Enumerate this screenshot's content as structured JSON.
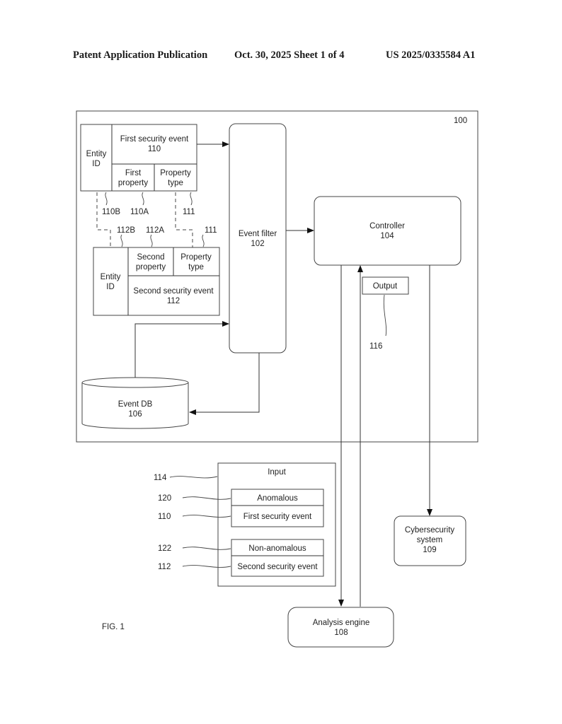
{
  "header": {
    "left": "Patent Application Publication",
    "middle": "Oct. 30, 2025  Sheet 1 of 4",
    "right": "US 2025/0335584 A1"
  },
  "figure": {
    "label": "FIG. 1",
    "system_ref": "100",
    "first_event_table": {
      "entity_id": [
        "Entity",
        "ID"
      ],
      "title": [
        "First security event",
        "110"
      ],
      "property": [
        "First",
        "property"
      ],
      "property_type": [
        "Property",
        "type"
      ],
      "refs": {
        "entity": "110B",
        "property": "110A",
        "type": "111"
      }
    },
    "second_event_table": {
      "entity_id": [
        "Entity",
        "ID"
      ],
      "title": [
        "Second security event",
        "112"
      ],
      "property": [
        "Second",
        "property"
      ],
      "property_type": [
        "Property",
        "type"
      ],
      "refs": {
        "entity": "112B",
        "property": "112A",
        "type": "111"
      }
    },
    "event_filter": [
      "Event filter",
      "102"
    ],
    "controller": [
      "Controller",
      "104"
    ],
    "event_db": [
      "Event DB",
      "106"
    ],
    "output": {
      "label": "Output",
      "ref": "116"
    },
    "input": {
      "title": "Input",
      "ref": "114",
      "groups": [
        {
          "label": "Anomalous",
          "label_ref": "120",
          "event": "First security event",
          "event_ref": "110"
        },
        {
          "label": "Non-anomalous",
          "label_ref": "122",
          "event": "Second security event",
          "event_ref": "112"
        }
      ]
    },
    "analysis_engine": [
      "Analysis engine",
      "108"
    ],
    "cybersecurity_system": [
      "Cybersecurity",
      "system",
      "109"
    ]
  }
}
